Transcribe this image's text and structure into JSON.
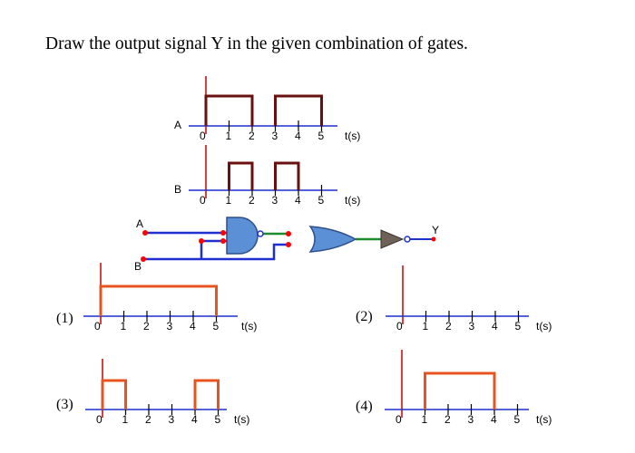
{
  "question": "Draw the output signal Y in the given combination of gates.",
  "colors": {
    "axis": "#1f2fd0",
    "marker": "#d01010",
    "input_wave": "#6b1010",
    "option_wave": "#e8541e",
    "gate_fill": "#5b8fd6",
    "gate_stroke": "#2e4f8a",
    "link_green": "#1e8c2e",
    "not_fill": "#6e6258",
    "pin": "#ff0000"
  },
  "signals": {
    "axis_unit": "t(s)",
    "tick_labels": [
      "0",
      "1",
      "2",
      "3",
      "4",
      "5"
    ],
    "A": {
      "label": "A",
      "high_intervals": [
        [
          0,
          2
        ],
        [
          3,
          5
        ]
      ]
    },
    "B": {
      "label": "B",
      "high_intervals": [
        [
          1,
          2
        ],
        [
          3,
          4
        ]
      ]
    }
  },
  "circuit": {
    "input_a": "A",
    "input_b": "B",
    "output": "Y",
    "gates": [
      "NAND",
      "OR",
      "NOT"
    ]
  },
  "options": [
    {
      "label": "(1)",
      "high_intervals": [
        [
          0,
          5
        ]
      ]
    },
    {
      "label": "(2)",
      "high_intervals": []
    },
    {
      "label": "(3)",
      "high_intervals": [
        [
          0,
          1
        ],
        [
          4,
          5
        ]
      ]
    },
    {
      "label": "(4)",
      "high_intervals": [
        [
          1,
          4
        ]
      ]
    }
  ]
}
